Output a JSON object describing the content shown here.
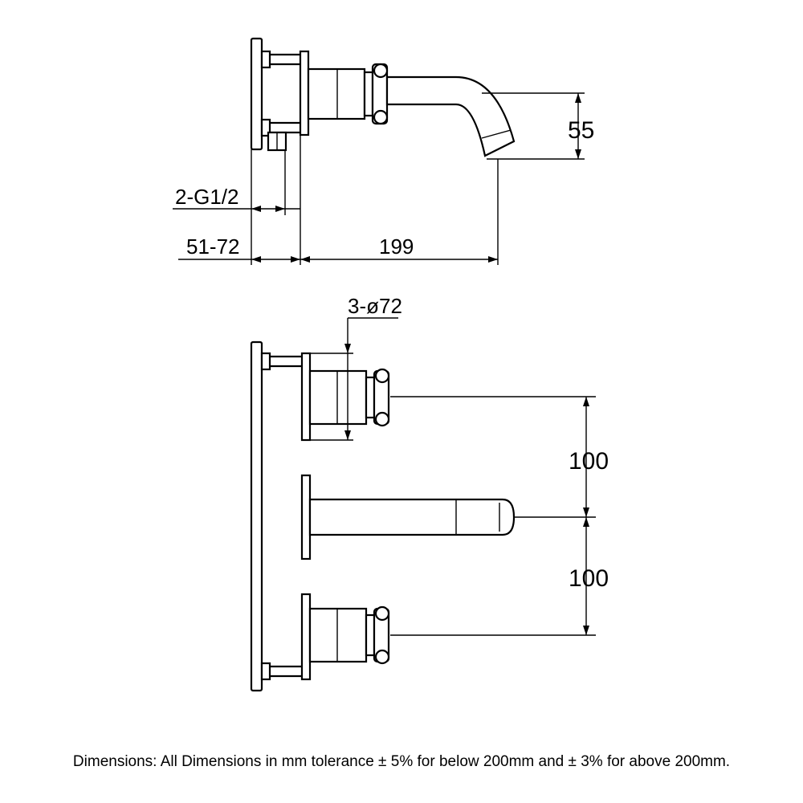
{
  "side_view": {
    "dims": {
      "thread": "2-G1/2",
      "wall_range": "51-72",
      "reach": "199",
      "spout_height": "55"
    }
  },
  "front_view": {
    "dims": {
      "handle_dia": "3-ø72",
      "upper_spacing": "100",
      "lower_spacing": "100"
    }
  },
  "footnote": "Dimensions: All Dimensions in mm tolerance ± 5% for below 200mm and ± 3% for above 200mm."
}
